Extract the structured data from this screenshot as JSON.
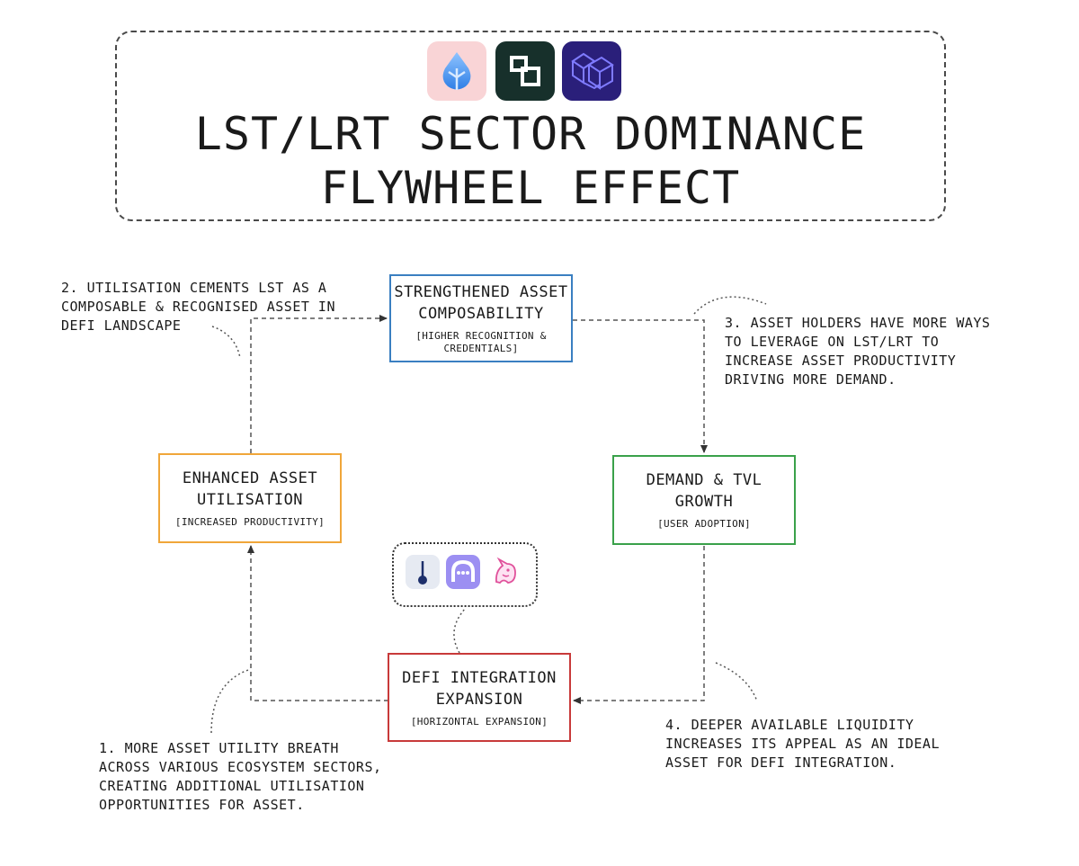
{
  "header": {
    "title_line1": "LST/LRT SECTOR DOMINANCE",
    "title_line2": "FLYWHEEL EFFECT",
    "logos": [
      "droplet-logo-icon",
      "square-b-logo-icon",
      "geometric-cube-logo-icon"
    ]
  },
  "nodes": {
    "composability": {
      "title_line1": "STRENGTHENED ASSET",
      "title_line2": "COMPOSABILITY",
      "subtitle_line1": "[HIGHER RECOGNITION &",
      "subtitle_line2": "CREDENTIALS]",
      "color": "#3a7fc1"
    },
    "demand": {
      "title_line1": "DEMAND & TVL",
      "title_line2": "GROWTH",
      "subtitle": "[USER ADOPTION]",
      "color": "#3aa14a"
    },
    "defi": {
      "title_line1": "DEFI INTEGRATION",
      "title_line2": "EXPANSION",
      "subtitle": "[HORIZONTAL EXPANSION]",
      "color": "#c83a3a"
    },
    "utilisation": {
      "title_line1": "ENHANCED ASSET",
      "title_line2": "UTILISATION",
      "subtitle": "[INCREASED PRODUCTIVITY]",
      "color": "#f0a63a"
    }
  },
  "notes": {
    "note1": [
      "1. MORE ASSET UTILITY BREATH",
      "ACROSS VARIOUS ECOSYSTEM SECTORS,",
      "CREATING ADDITIONAL UTILISATION",
      "OPPORTUNITIES FOR ASSET."
    ],
    "note2": [
      "2. UTILISATION CEMENTS LST AS A",
      "COMPOSABLE & RECOGNISED ASSET IN",
      "DEFI LANDSCAPE"
    ],
    "note3": [
      "3. ASSET HOLDERS HAVE MORE WAYS",
      "TO LEVERAGE ON LST/LRT TO",
      "INCREASE ASSET PRODUCTIVITY",
      "DRIVING MORE DEMAND."
    ],
    "note4": [
      "4. DEEPER AVAILABLE LIQUIDITY",
      "INCREASES ITS APPEAL AS AN IDEAL",
      "ASSET FOR DEFI INTEGRATION."
    ]
  },
  "protocol_icons": [
    "gauge-icon",
    "ghost-icon",
    "unicorn-icon"
  ]
}
